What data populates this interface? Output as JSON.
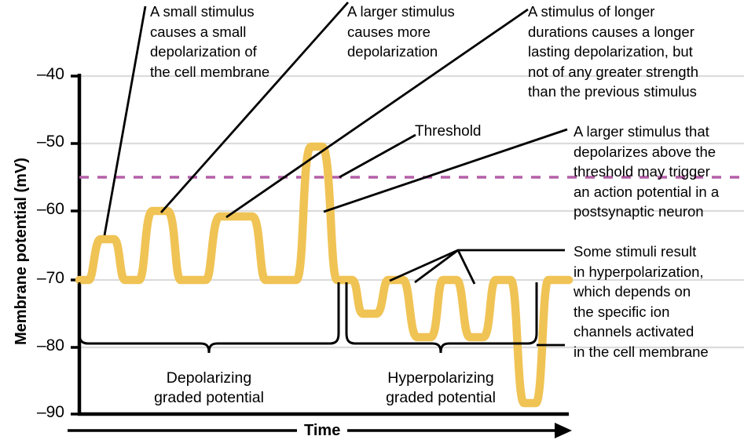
{
  "chart_data": {
    "type": "line",
    "title": "",
    "xlabel": "Time",
    "ylabel": "Membrane potential (mV)",
    "ylim": [
      -90,
      -40
    ],
    "yticks": [
      -40,
      -50,
      -60,
      -70,
      -80,
      -90
    ],
    "ytick_labels": [
      "–40",
      "–50",
      "–60",
      "–70",
      "–80",
      "–90"
    ],
    "grid": "horizontal",
    "resting_potential": -70,
    "threshold": -55,
    "threshold_line_style": "dashed",
    "series": [
      {
        "name": "Membrane potential trace",
        "color": "#F0C355",
        "note": "Resting baseline at -70 mV with four depolarizing events then four hyperpolarizing events",
        "events": [
          {
            "kind": "depolarization",
            "peak_mv": -64,
            "width": "short",
            "label": "small stimulus"
          },
          {
            "kind": "depolarization",
            "peak_mv": -61,
            "width": "medium",
            "label": "larger stimulus"
          },
          {
            "kind": "depolarization",
            "peak_mv": -61.5,
            "width": "long",
            "label": "longer duration stimulus"
          },
          {
            "kind": "depolarization",
            "peak_mv": -51.5,
            "width": "medium",
            "label": "suprathreshold stimulus"
          },
          {
            "kind": "hyperpolarization",
            "peak_mv": -75,
            "width": "short"
          },
          {
            "kind": "hyperpolarization",
            "peak_mv": -78.5,
            "width": "medium"
          },
          {
            "kind": "hyperpolarization",
            "peak_mv": -78.5,
            "width": "medium"
          },
          {
            "kind": "hyperpolarization",
            "peak_mv": -88,
            "width": "medium"
          }
        ]
      }
    ],
    "annotations": [
      {
        "id": "small-stimulus",
        "text": "A small stimulus\ncauses a small\ndepolarization of\nthe cell membrane"
      },
      {
        "id": "larger-stimulus",
        "text": "A larger stimulus\ncauses more\ndepolarization"
      },
      {
        "id": "longer-duration",
        "text": "A stimulus of longer\ndurations causes a longer\nlasting depolarization, but\nnot of any greater strength\nthan the previous stimulus"
      },
      {
        "id": "above-threshold",
        "text": "A larger stimulus that\ndepolarizes above the\nthreshold may trigger\nan action potential in a\npostsynaptic neuron"
      },
      {
        "id": "hyperpolarization",
        "text": "Some stimuli result\nin hyperpolarization,\nwhich depends on\nthe specific ion\nchannels activated\nin the cell membrane"
      }
    ],
    "inline_labels": [
      {
        "id": "threshold",
        "text": "Threshold"
      }
    ],
    "braces": [
      {
        "id": "depolarizing",
        "text": "Depolarizing\ngraded potential"
      },
      {
        "id": "hyperpolarizing",
        "text": "Hyperpolarizing\ngraded potential"
      }
    ],
    "colors": {
      "trace": "#F0C355",
      "threshold": "#B45FA8",
      "gridline": "#DCDCDC",
      "axis": "#000000",
      "text": "#000000",
      "background": "#FFFFFF"
    }
  }
}
